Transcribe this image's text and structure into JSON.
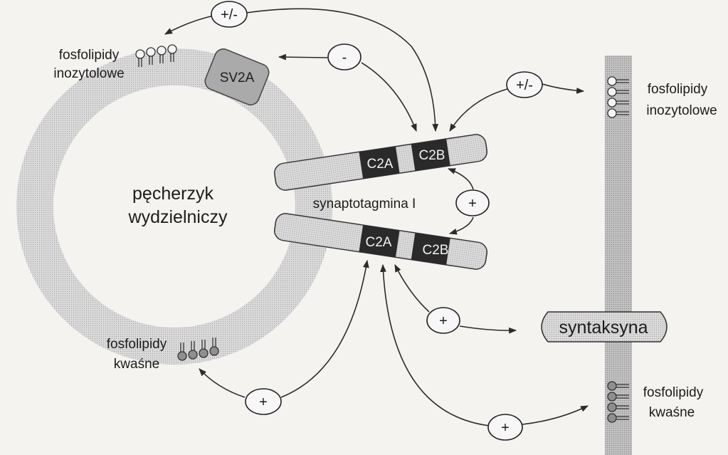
{
  "vesicle": {
    "label_line1": "pęcherzyk",
    "label_line2": "wydzielniczy"
  },
  "sv2a": {
    "label": "SV2A"
  },
  "synaptotagmin": {
    "label": "synaptotagmina I",
    "upper": {
      "domain_a": "C2A",
      "domain_b": "C2B"
    },
    "lower": {
      "domain_a": "C2A",
      "domain_b": "C2B"
    }
  },
  "syntaxin": {
    "label": "syntaksyna"
  },
  "phospholipids": {
    "vesicle_inositol": {
      "line1": "fosfolipidy",
      "line2": "inozytolowe"
    },
    "vesicle_acidic": {
      "line1": "fosfolipidy",
      "line2": "kwaśne"
    },
    "membrane_inositol": {
      "line1": "fosfolipidy",
      "line2": "inozytolowe"
    },
    "membrane_acidic": {
      "line1": "fosfolipidy",
      "line2": "kwaśne"
    }
  },
  "interactions": {
    "top_left": "+/-",
    "sv2a": "-",
    "membrane_inositol": "+/-",
    "between_c2b": "+",
    "syntaxin": "+",
    "vesicle_acidic": "+",
    "membrane_acidic": "+"
  },
  "colors": {
    "vesicle_ring": "#d2d2d2",
    "protein_fill": "#bdbdbd",
    "domain_fill": "#2a2a2a",
    "membrane": "#c9c9c9"
  }
}
